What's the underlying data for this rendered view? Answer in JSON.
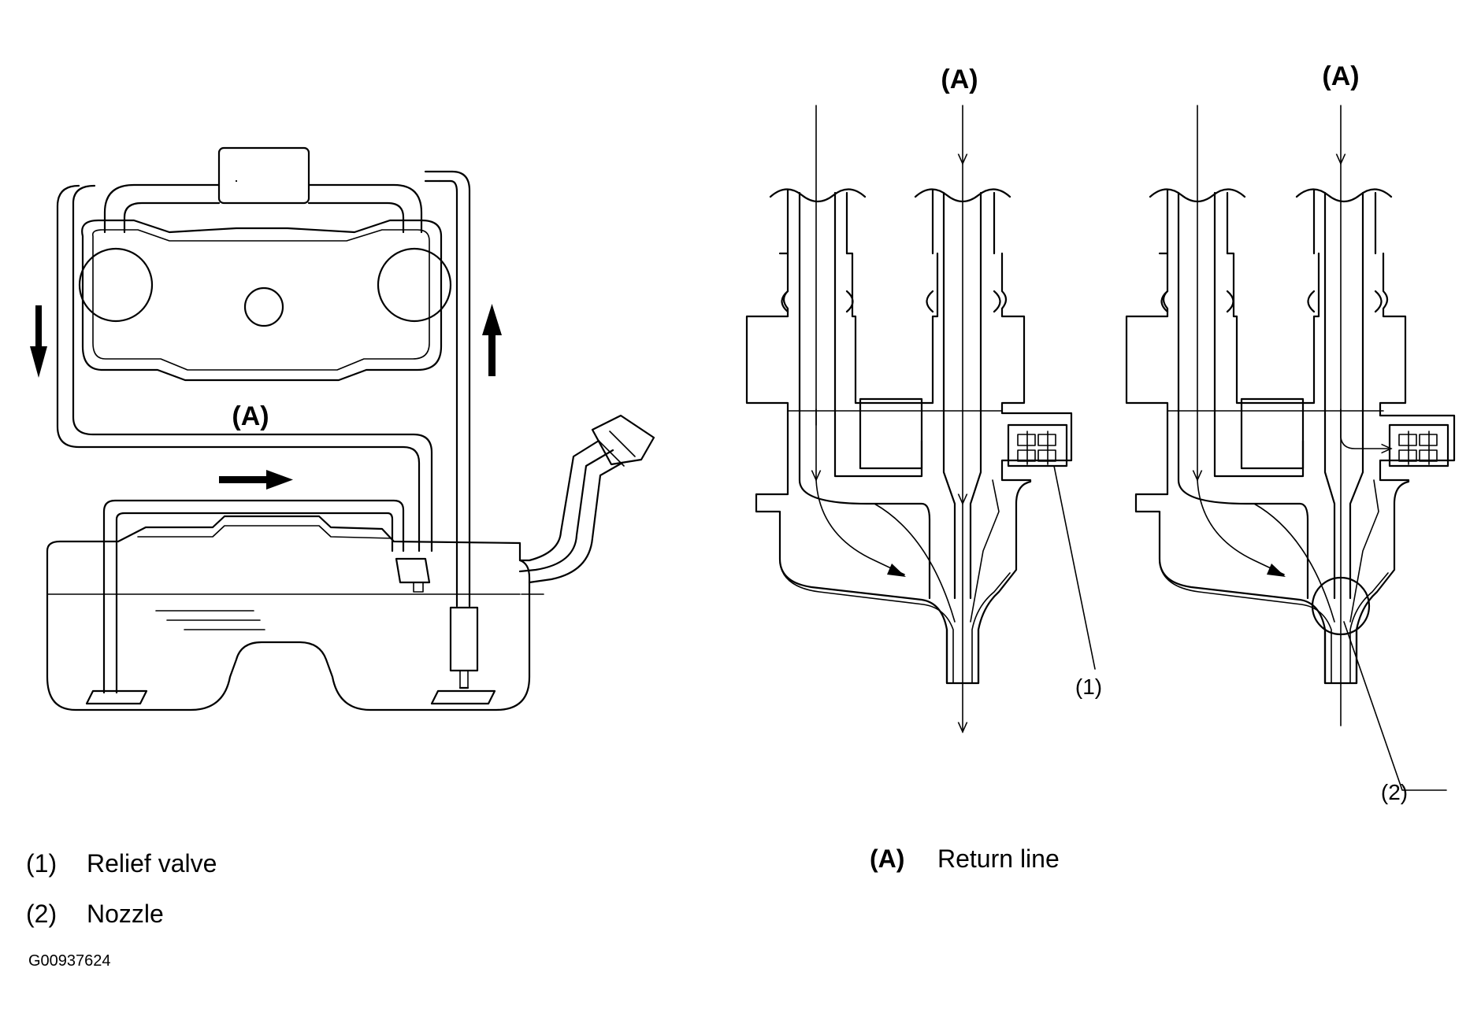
{
  "callouts": {
    "return_line_left": "(A)",
    "return_line_mid": "(A)",
    "return_line_right": "(A)",
    "relief_valve": "(1)",
    "nozzle": "(2)"
  },
  "legend": [
    {
      "key": "(1)",
      "label": "Relief valve"
    },
    {
      "key": "(2)",
      "label": "Nozzle"
    }
  ],
  "legend_a": {
    "key": "(A)",
    "label": "Return line"
  },
  "figure_code": "G00937624"
}
